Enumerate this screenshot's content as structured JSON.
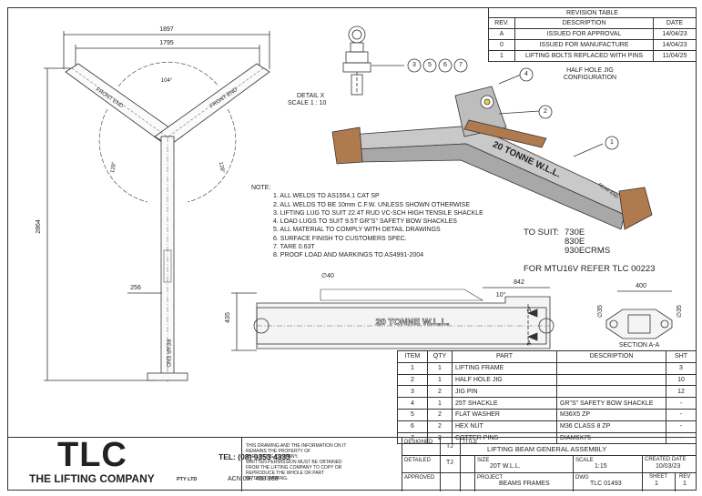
{
  "revision_table": {
    "title": "REVISION TABLE",
    "headers": [
      "REV.",
      "DESCRIPTION",
      "DATE"
    ],
    "rows": [
      {
        "rev": "A",
        "description": "ISSUED FOR APPROVAL",
        "date": "14/04/23"
      },
      {
        "rev": "0",
        "description": "ISSUED FOR MANUFACTURE",
        "date": "14/04/23"
      },
      {
        "rev": "1",
        "description": "LIFTING BOLTS REPLACED WITH PINS",
        "date": "11/04/25"
      }
    ]
  },
  "dimensions": {
    "overall_width": "1897",
    "inner_width": "1795",
    "height": "2864",
    "angle_top": "104°",
    "angle_left": "128°",
    "angle_right": "128°",
    "leg_offset": "256",
    "pin_dia": "∅40",
    "side_length": "842",
    "side_angle": "10°",
    "side_height": "435",
    "section_width": "400",
    "section_dia_left": "∅35",
    "section_dia_right": "∅35"
  },
  "labels": {
    "front_end_left": "FRONT END",
    "front_end_right": "FRONT END",
    "rear_end": "REAR END",
    "iso_front_end": "FRONT END",
    "iso_wll": "20 TONNE  W.L.L.",
    "iso_rear_end": "REAR END",
    "side_wll": "20 TONNE  W.L.L.",
    "section_marker": "A",
    "section_title": "SECTION A-A",
    "detail_title": "DETAIL X",
    "detail_scale": "SCALE 1 : 10",
    "jig_config": "HALF HOLE JIG CONFIGURATION"
  },
  "balloons": {
    "detail": [
      "3",
      "5",
      "6",
      "7"
    ],
    "iso": [
      "4",
      "2",
      "1"
    ]
  },
  "notes": {
    "heading": "NOTE:",
    "items": [
      "1. ALL WELDS TO AS1554.1 CAT SP",
      "2. ALL WELDS TO BE 10mm C.F.W. UNLESS SHOWN OTHERWISE",
      "3. LIFTING LUG TO SUIT 22.4T RUD VC-SCH HIGH TENSILE SHACKLE",
      "4. LOAD LUGS TO SUIT 9.5T GR\"S\" SAFETY BOW SHACKLES",
      "5. ALL MATERIAL TO COMPLY WITH DETAIL DRAWINGS",
      "6. SURFACE FINISH TO CUSTOMERS SPEC.",
      "7. TARE 0.63T",
      "8. PROOF LOAD AND MARKINGS TO AS4991-2004"
    ]
  },
  "suitability": {
    "label": "TO SUIT:",
    "models": [
      "730E",
      "830E",
      "930ECRMS"
    ],
    "refer": "FOR MTU16V REFER TLC 00223"
  },
  "parts_list": {
    "headers": [
      "ITEM",
      "QTY",
      "PART",
      "DESCRIPTION",
      "SHT"
    ],
    "rows": [
      {
        "item": "1",
        "qty": "1",
        "part": "LIFTING FRAME",
        "description": "",
        "sht": "3"
      },
      {
        "item": "2",
        "qty": "1",
        "part": "HALF HOLE JIG",
        "description": "",
        "sht": "10"
      },
      {
        "item": "3",
        "qty": "2",
        "part": "JIG PIN",
        "description": "",
        "sht": "12"
      },
      {
        "item": "4",
        "qty": "1",
        "part": "25T SHACKLE",
        "description": "GR\"S\" SAFETY BOW SHACKLE",
        "sht": "-"
      },
      {
        "item": "5",
        "qty": "2",
        "part": "FLAT WASHER",
        "description": "M36X5 ZP",
        "sht": "-"
      },
      {
        "item": "6",
        "qty": "2",
        "part": "HEX NUT",
        "description": "M36 CLASS 8 ZP",
        "sht": "-"
      },
      {
        "item": "7",
        "qty": "2",
        "part": "COTTER PINS",
        "description": "DIAM6X75",
        "sht": "-"
      }
    ]
  },
  "title_block": {
    "logo": "TLC",
    "company": "THE LIFTING COMPANY",
    "pty": "PTY LTD",
    "tel": "TEL: (08) 9353 4333",
    "acn": "ACN 097 438 269",
    "disclaimer": [
      "THIS DRAWING AND THE INFORMATION ON IT",
      "REMAINS THE PROPERTY OF",
      "THE LIFTING COMPANY.",
      "WRITTEN PERMISSION MUST BE OBTAINED",
      "FROM THE LIFTING COMPANY TO COPY OR",
      "REPRODUCE THE WHOLE OR PART",
      "OF THIS DRAWING."
    ],
    "designed_label": "DESIGNED",
    "designed_by": "TJ",
    "detailed_label": "DETAILED",
    "detailed_by": "TJ",
    "approved_label": "APPROVED",
    "title_label": "TITLE",
    "title": "LIFTING BEAM GENERAL ASSEMBLY",
    "size_label": "SIZE",
    "size": "20T W.L.L.",
    "scale_label": "SCALE",
    "scale": "1:15",
    "created_label": "CREATED DATE",
    "created": "10/03/23",
    "project_label": "PROJECT",
    "project": "BEAMS FRAMES",
    "dwg_label": "DWG",
    "dwg": "TLC 01493",
    "sheet_label": "SHEET",
    "sheet": "1",
    "rev_label": "REV",
    "rev": "1"
  },
  "colors": {
    "line": "#333333",
    "beam_fill": "#b8b8b8",
    "end_cap": "#b07a4f",
    "shackle": "#e8d44a"
  }
}
